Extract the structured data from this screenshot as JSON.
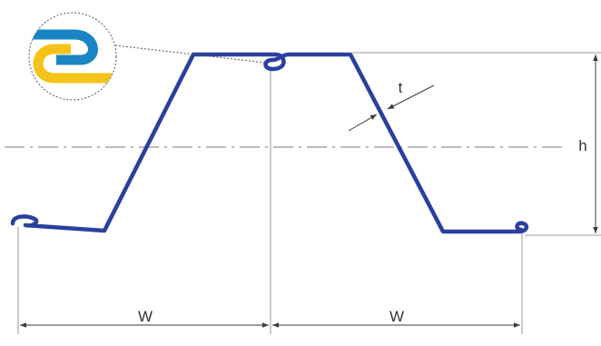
{
  "labels": {
    "width_left": "W",
    "width_right": "W",
    "height": "h",
    "thickness": "t"
  },
  "colors": {
    "profile": "#2a3f9e",
    "dimension": "#3a3a3a",
    "center_line": "#777777",
    "logo_blue": "#1b84c4",
    "logo_yellow": "#f3c318",
    "background": "#ffffff"
  },
  "icons": {
    "logo": "interlock-logo-icon"
  }
}
